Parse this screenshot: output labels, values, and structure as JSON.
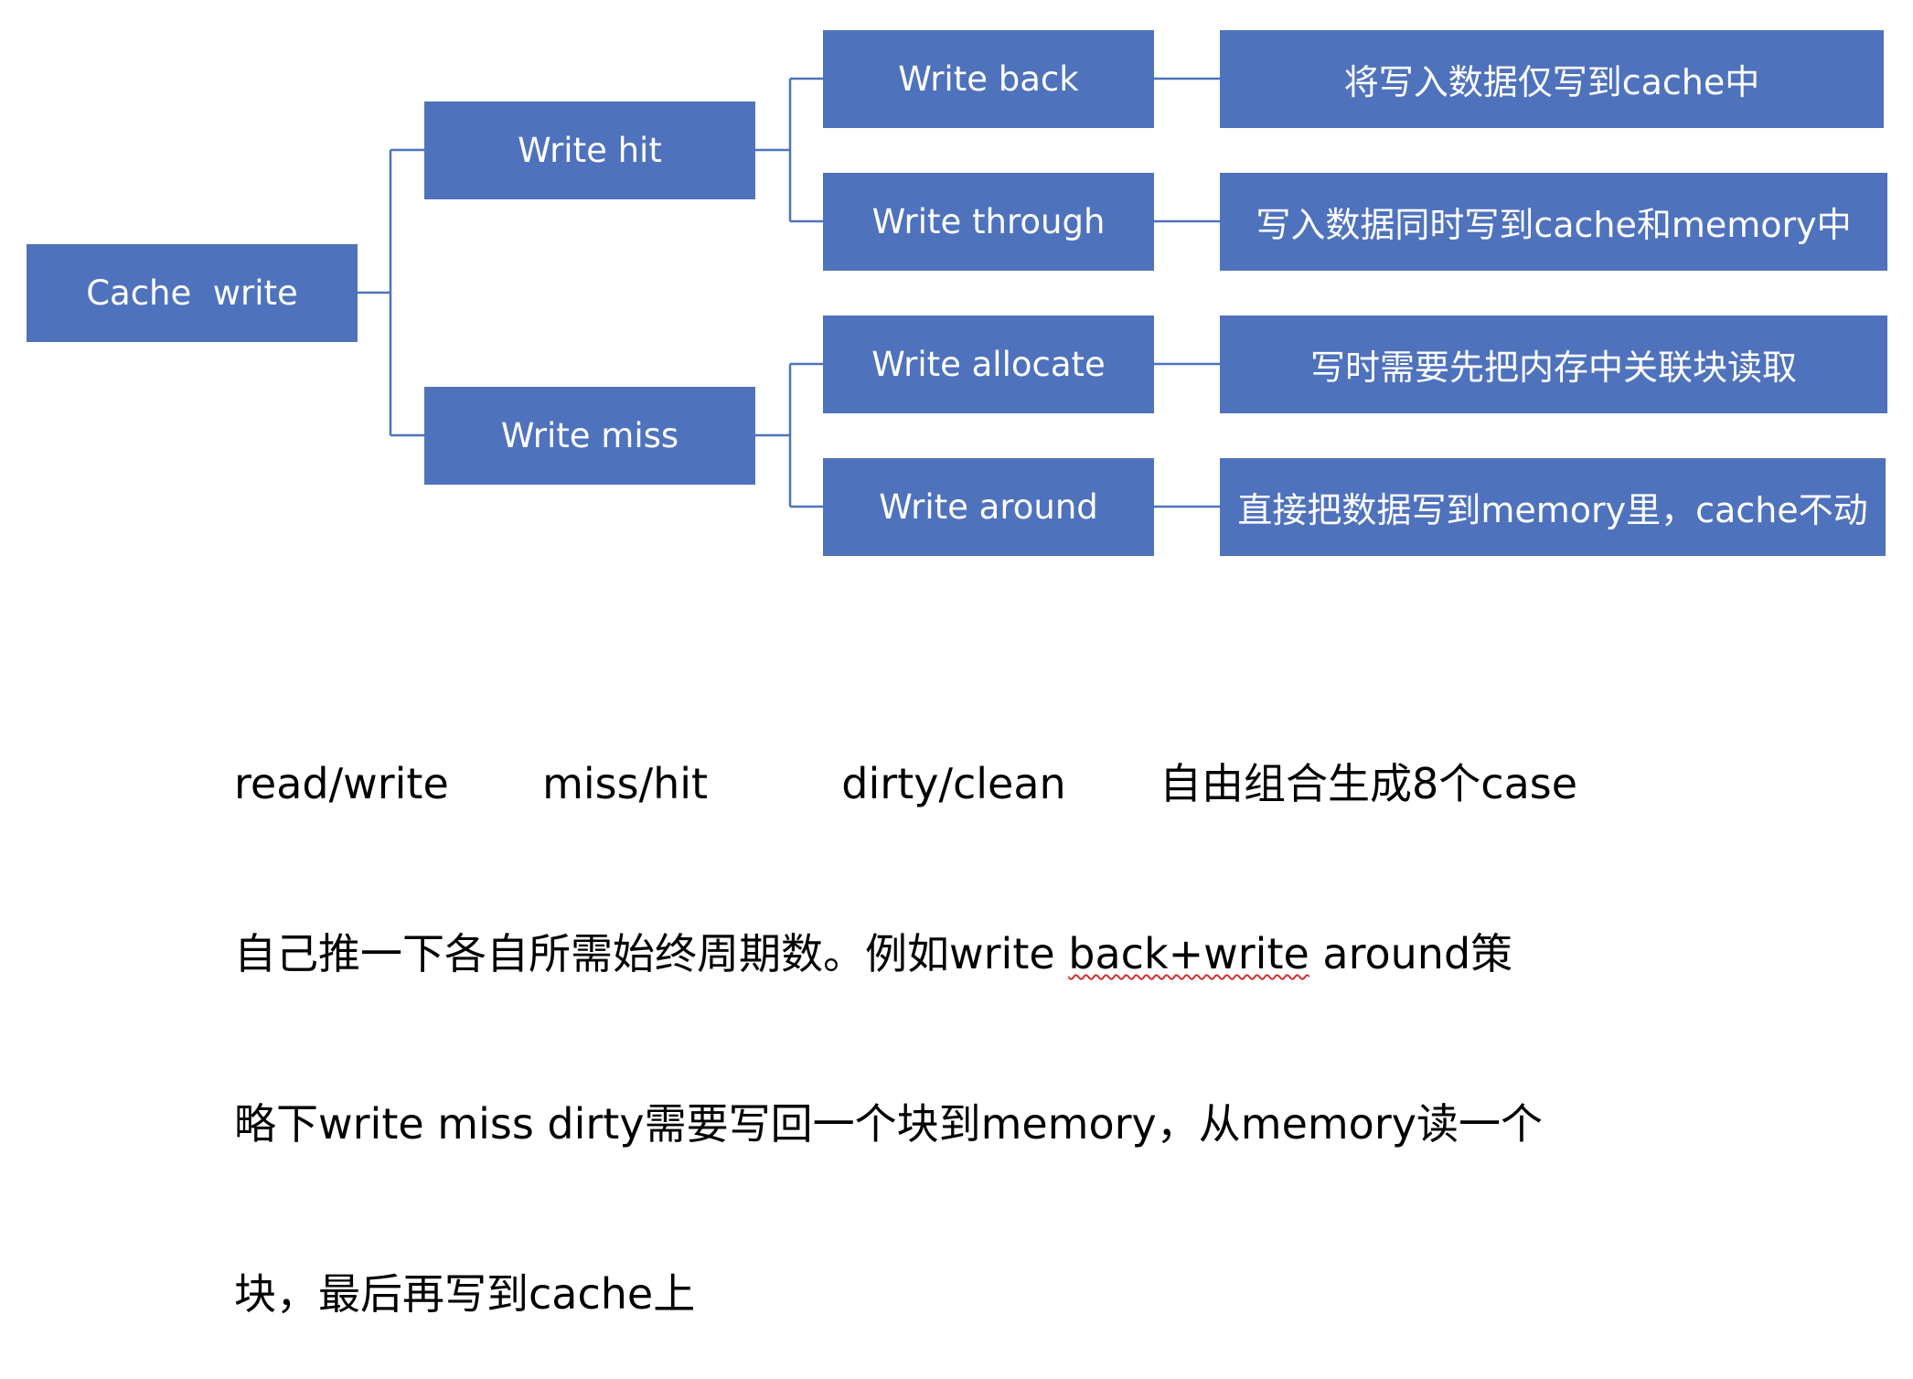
{
  "diagram": {
    "root": "Cache  write",
    "branches": {
      "hit": "Write hit",
      "miss": "Write miss"
    },
    "policies": {
      "write_back": {
        "label": "Write back",
        "desc": "将写入数据仅写到cache中"
      },
      "write_through": {
        "label": "Write through",
        "desc": "写入数据同时写到cache和memory中"
      },
      "write_allocate": {
        "label": "Write allocate",
        "desc": "写时需要先把内存中关联块读取"
      },
      "write_around": {
        "label": "Write around",
        "desc": "直接把数据写到memory里，cache不动"
      }
    },
    "colors": {
      "node_fill": "#4f72bd",
      "node_text": "#ffffff",
      "connector": "#4f72bd"
    }
  },
  "note": {
    "line1": "read/write       miss/hit          dirty/clean       自由组合生成8个case",
    "line2_a": "自己推一下各自所需始终周期数。例如write ",
    "line2_b": "back+write",
    "line2_c": " around策",
    "line3": "略下write miss dirty需要写回一个块到memory，从memory读一个",
    "line4": "块，最后再写到cache上"
  }
}
